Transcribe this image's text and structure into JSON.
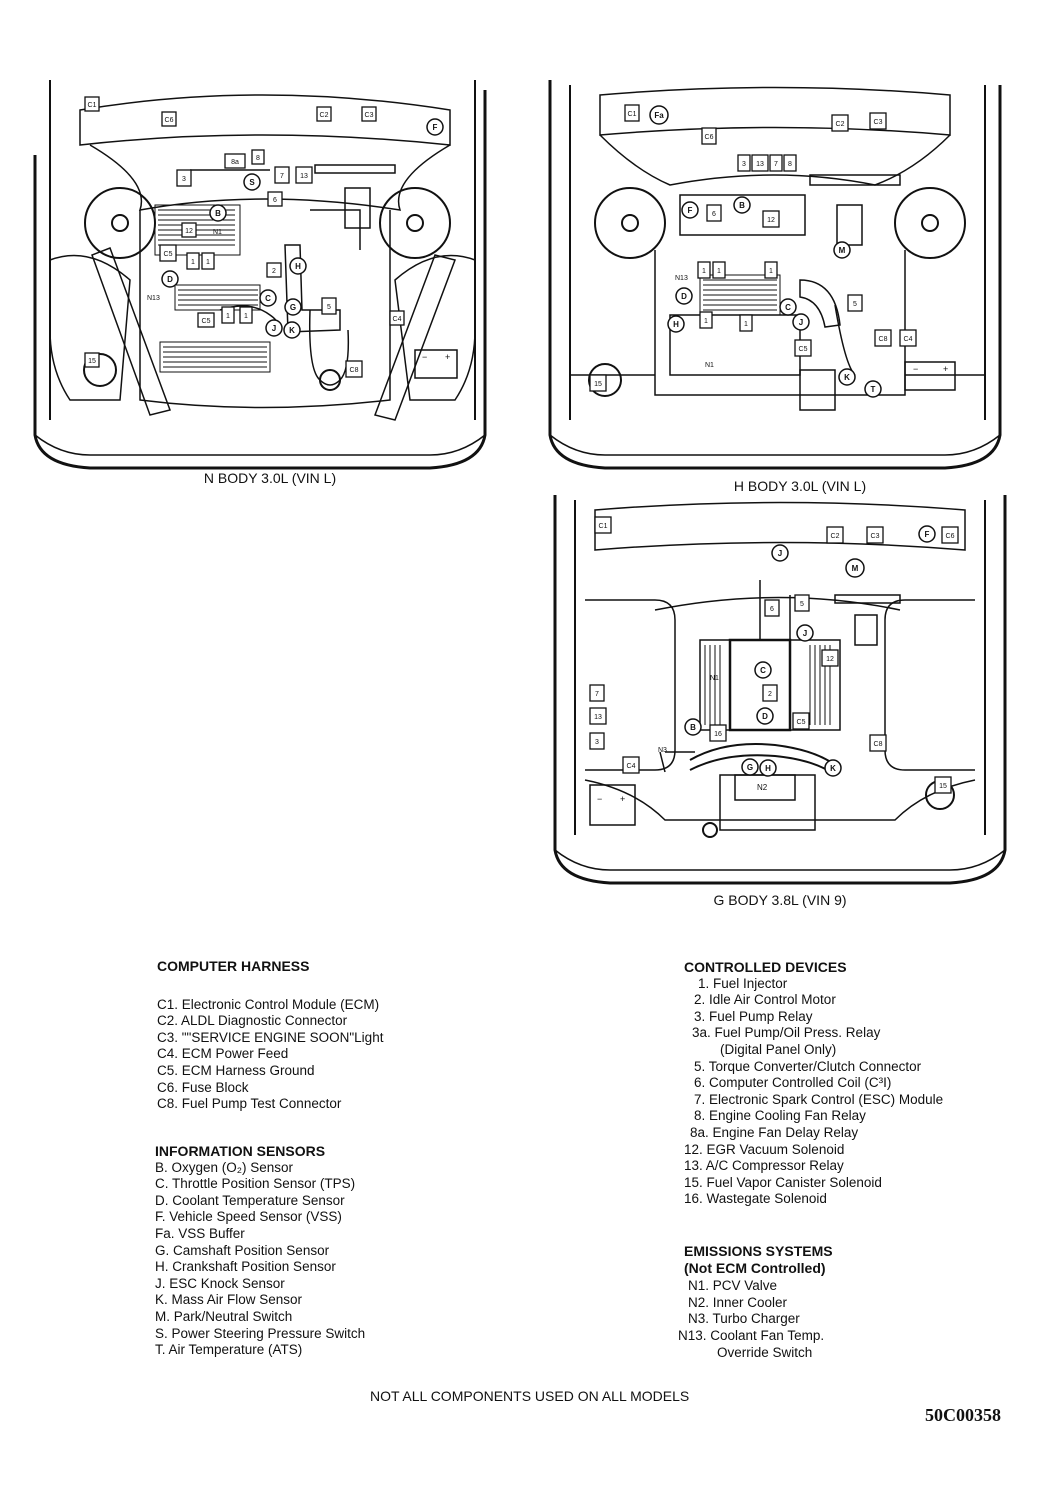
{
  "diagrams": {
    "n_body": {
      "caption": "N BODY 3.0L (VIN L)",
      "labels": {
        "c1": "C1",
        "c6": "C6",
        "c2": "C2",
        "c3": "C3",
        "f": "F",
        "a8": "8a",
        "r8": "8",
        "r7": "7",
        "r13": "13",
        "r3": "3",
        "s": "S",
        "b": "B",
        "r6": "6",
        "r12": "12",
        "n1": "N1",
        "c5a": "C5",
        "r1a": "1",
        "r1b": "1",
        "r2": "2",
        "h": "H",
        "d": "D",
        "n13": "N13",
        "c": "C",
        "g": "G",
        "r5": "5",
        "c5b": "C5",
        "r1c": "1",
        "r1d": "1",
        "j": "J",
        "k": "K",
        "c4": "C4",
        "r15": "15",
        "c8": "C8"
      }
    },
    "h_body": {
      "caption": "H BODY 3.0L (VIN L)",
      "labels": {
        "c1": "C1",
        "fa": "Fa",
        "c6": "C6",
        "c2": "C2",
        "c3": "C3",
        "r3": "3",
        "r13": "13",
        "r7": "7",
        "r8": "8",
        "f": "F",
        "r6": "6",
        "b": "B",
        "r12": "12",
        "m": "M",
        "n13": "N13",
        "r1a": "1",
        "r1b": "1",
        "r1c": "1",
        "r1d": "1",
        "d": "D",
        "c": "C",
        "j": "J",
        "h": "H",
        "r5": "5",
        "r1e": "1",
        "c5": "C5",
        "c8": "C8",
        "c4": "C4",
        "n1": "N1",
        "r15": "15",
        "k": "K",
        "t": "T"
      }
    },
    "g_body": {
      "caption": "G BODY 3.8L (VIN 9)",
      "labels": {
        "c1": "C1",
        "c2": "C2",
        "c3": "C3",
        "f": "F",
        "c6": "C6",
        "j1": "J",
        "m": "M",
        "r6": "6",
        "r5": "5",
        "j2": "J",
        "r12": "12",
        "n1": "N1",
        "c": "C",
        "r2": "2",
        "r7": "7",
        "r13": "13",
        "r3": "3",
        "b": "B",
        "d": "D",
        "r16": "16",
        "c5": "C5",
        "c8": "C8",
        "n3": "N3",
        "g": "G",
        "h": "H",
        "k": "K",
        "n2": "N2",
        "c4": "C4",
        "r15": "15"
      }
    }
  },
  "legend": {
    "computer_harness": {
      "heading": "COMPUTER HARNESS",
      "items": [
        "C1. Electronic Control Module (ECM)",
        "C2. ALDL Diagnostic Connector",
        "C3. \"\"SERVICE ENGINE SOON\"Light",
        "C4. ECM Power Feed",
        "C5. ECM Harness Ground",
        "C6. Fuse Block",
        "C8. Fuel Pump Test Connector"
      ]
    },
    "information_sensors": {
      "heading": "INFORMATION SENSORS",
      "items": [
        "B. Oxygen (O₂) Sensor",
        "C. Throttle Position Sensor (TPS)",
        "D. Coolant Temperature Sensor",
        "F. Vehicle Speed Sensor (VSS)",
        "Fa. VSS Buffer",
        "G. Camshaft Position Sensor",
        "H. Crankshaft Position Sensor",
        "J. ESC Knock Sensor",
        "K. Mass Air Flow Sensor",
        "M. Park/Neutral Switch",
        "S. Power Steering Pressure Switch",
        "T. Air Temperature (ATS)"
      ]
    },
    "controlled_devices": {
      "heading": "CONTROLLED DEVICES",
      "items": [
        "1. Fuel Injector",
        "2. Idle Air Control Motor",
        "3. Fuel Pump Relay",
        "3a. Fuel Pump/Oil Press. Relay",
        "(Digital Panel Only)",
        "5. Torque Converter/Clutch Connector",
        "6. Computer Controlled Coil (C³I)",
        "7. Electronic Spark Control (ESC) Module",
        "8. Engine Cooling Fan Relay",
        "8a. Engine Fan Delay Relay",
        "12. EGR Vacuum Solenoid",
        "13. A/C Compressor Relay",
        "15. Fuel Vapor Canister Solenoid",
        "16. Wastegate Solenoid"
      ]
    },
    "emissions_systems": {
      "heading": "EMISSIONS SYSTEMS",
      "subheading": "(Not ECM Controlled)",
      "items": [
        "N1. PCV Valve",
        "N2. Inner Cooler",
        "N3. Turbo Charger",
        "N13. Coolant Fan Temp.",
        "Override Switch"
      ]
    }
  },
  "footer_note": "NOT ALL COMPONENTS USED ON ALL MODELS",
  "figure_code": "50C00358"
}
